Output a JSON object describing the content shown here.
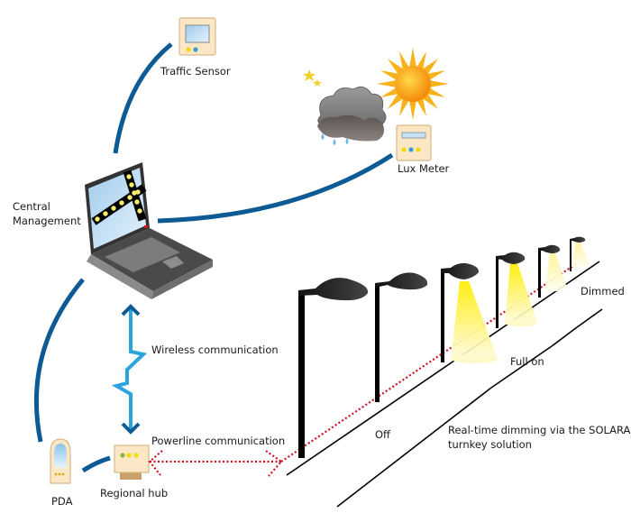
{
  "diagram": {
    "title": "Real-time dimming via the SOLARA turnkey solution",
    "nodes": {
      "traffic_sensor": "Traffic Sensor",
      "lux_meter": "Lux Meter",
      "central_management_line1": "Central",
      "central_management_line2": "Management",
      "pda": "PDA",
      "regional_hub": "Regional hub"
    },
    "links": {
      "wireless": "Wireless communication",
      "powerline": "Powerline communication"
    },
    "lamp_states": {
      "off": "Off",
      "full_on": "Full on",
      "dimmed": "Dimmed"
    },
    "caption_line1": "Real-time dimming via the SOLARA",
    "caption_line2": "turnkey solution",
    "colors": {
      "connector": "#0d5a94",
      "wireless": "#2aa3df",
      "wireless_head": "#0d5a94",
      "powerline": "#cc1122",
      "device_body": "#fbe7c6",
      "device_border": "#d8b887",
      "lamp": "#1b1b1b",
      "light": "#ffee22"
    }
  }
}
